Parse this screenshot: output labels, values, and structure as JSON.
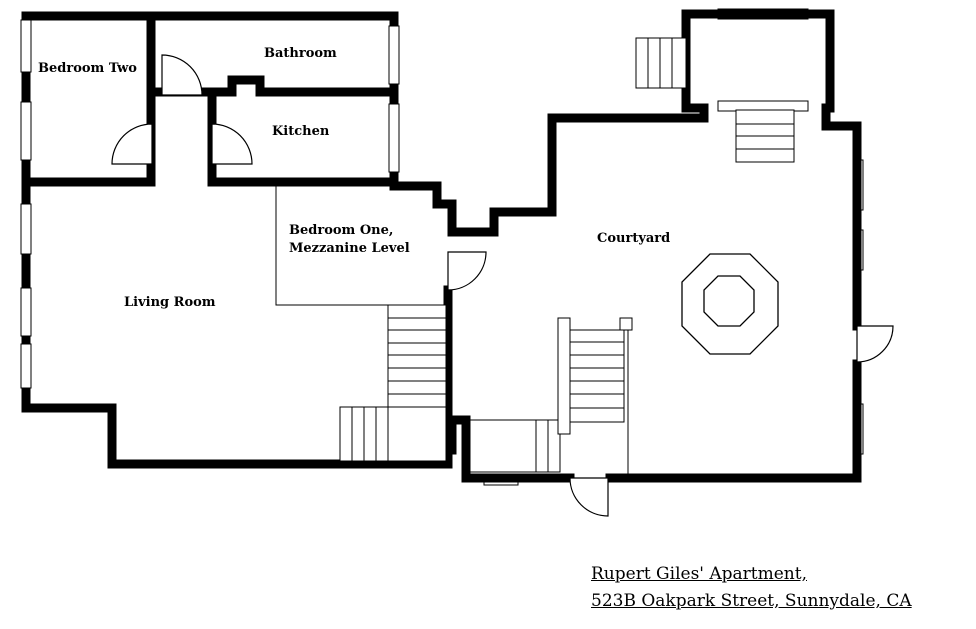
{
  "rooms": {
    "bedroom_two": "Bedroom Two",
    "bathroom": "Bathroom",
    "kitchen": "Kitchen",
    "bedroom_one_line1": "Bedroom One,",
    "bedroom_one_line2": "Mezzanine Level",
    "living_room": "Living Room",
    "courtyard": "Courtyard"
  },
  "caption": {
    "line1": "Rupert Giles' Apartment,",
    "line2": "523B Oakpark Street, Sunnydale, CA"
  },
  "colors": {
    "wall": "#000000",
    "background": "#ffffff"
  }
}
